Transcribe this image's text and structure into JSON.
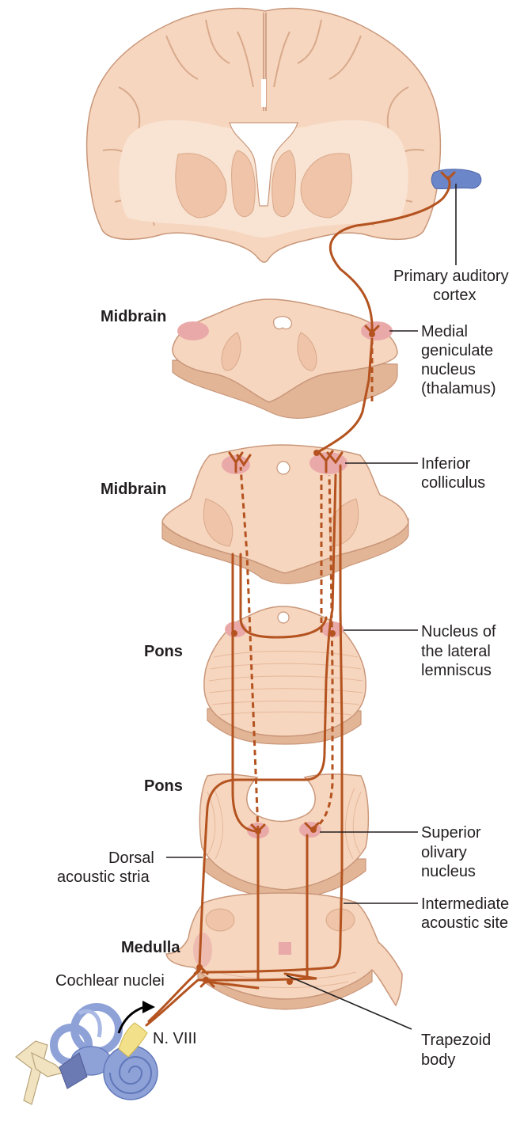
{
  "labels": {
    "primary_auditory_cortex_1": "Primary auditory",
    "primary_auditory_cortex_2": "cortex",
    "midbrain_1": "Midbrain",
    "medial_geniculate_1": "Medial",
    "medial_geniculate_2": "geniculate",
    "medial_geniculate_3": "nucleus",
    "medial_geniculate_4": "(thalamus)",
    "midbrain_2": "Midbrain",
    "inferior_colliculus_1": "Inferior",
    "inferior_colliculus_2": "colliculus",
    "pons_1": "Pons",
    "lateral_lemniscus_1": "Nucleus of",
    "lateral_lemniscus_2": "the lateral",
    "lateral_lemniscus_3": "lemniscus",
    "pons_2": "Pons",
    "superior_olivary_1": "Superior",
    "superior_olivary_2": "olivary",
    "superior_olivary_3": "nucleus",
    "dorsal_stria_1": "Dorsal",
    "dorsal_stria_2": "acoustic stria",
    "intermediate_site_1": "Intermediate",
    "intermediate_site_2": "acoustic site",
    "medulla": "Medulla",
    "cochlear_nuclei": "Cochlear nuclei",
    "nerve_viii": "N. VIII",
    "trapezoid_1": "Trapezoid",
    "trapezoid_2": "body"
  },
  "colors": {
    "tissue": "#f6d6bf",
    "tissue_edge": "#c9977a",
    "nucleus": "#eaa9a9",
    "pathway": "#b4531f",
    "auditory_cortex": "#6b86c9",
    "ear": "#8ea2d8",
    "nerve": "#f2e08a"
  }
}
